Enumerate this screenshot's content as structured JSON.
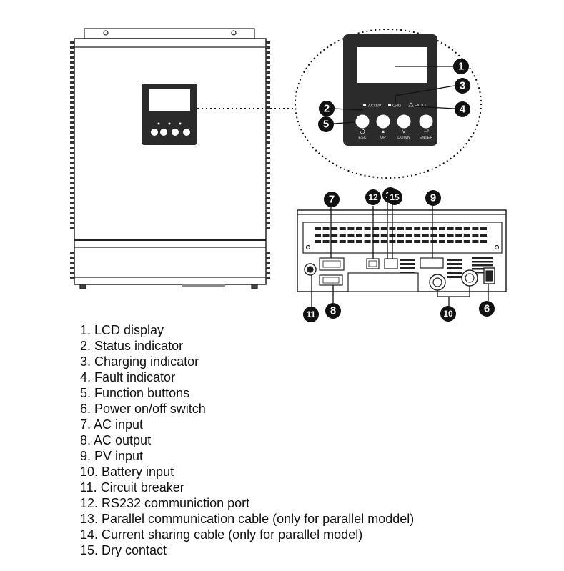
{
  "front_panel": {
    "leds": [
      "AC/INV",
      "CHG",
      "FAULT"
    ],
    "buttons": [
      "ESC",
      "UP",
      "DOWN",
      "ENTER"
    ]
  },
  "callouts": [
    "1",
    "2",
    "3",
    "4",
    "5",
    "6",
    "7",
    "8",
    "9",
    "10",
    "11",
    "12",
    "13",
    "15"
  ],
  "legend": [
    "1. LCD display",
    "2. Status indicator",
    "3. Charging indicator",
    "4. Fault indicator",
    "5. Function buttons",
    "6. Power on/off switch",
    "7. AC input",
    "8. AC output",
    "9. PV input",
    "10. Battery input",
    "11. Circuit breaker",
    "12. RS232 communiction port",
    "13. Parallel communication cable (only for parallel moddel)",
    "14. Current sharing cable (only for parallel model)",
    "15. Dry contact"
  ]
}
